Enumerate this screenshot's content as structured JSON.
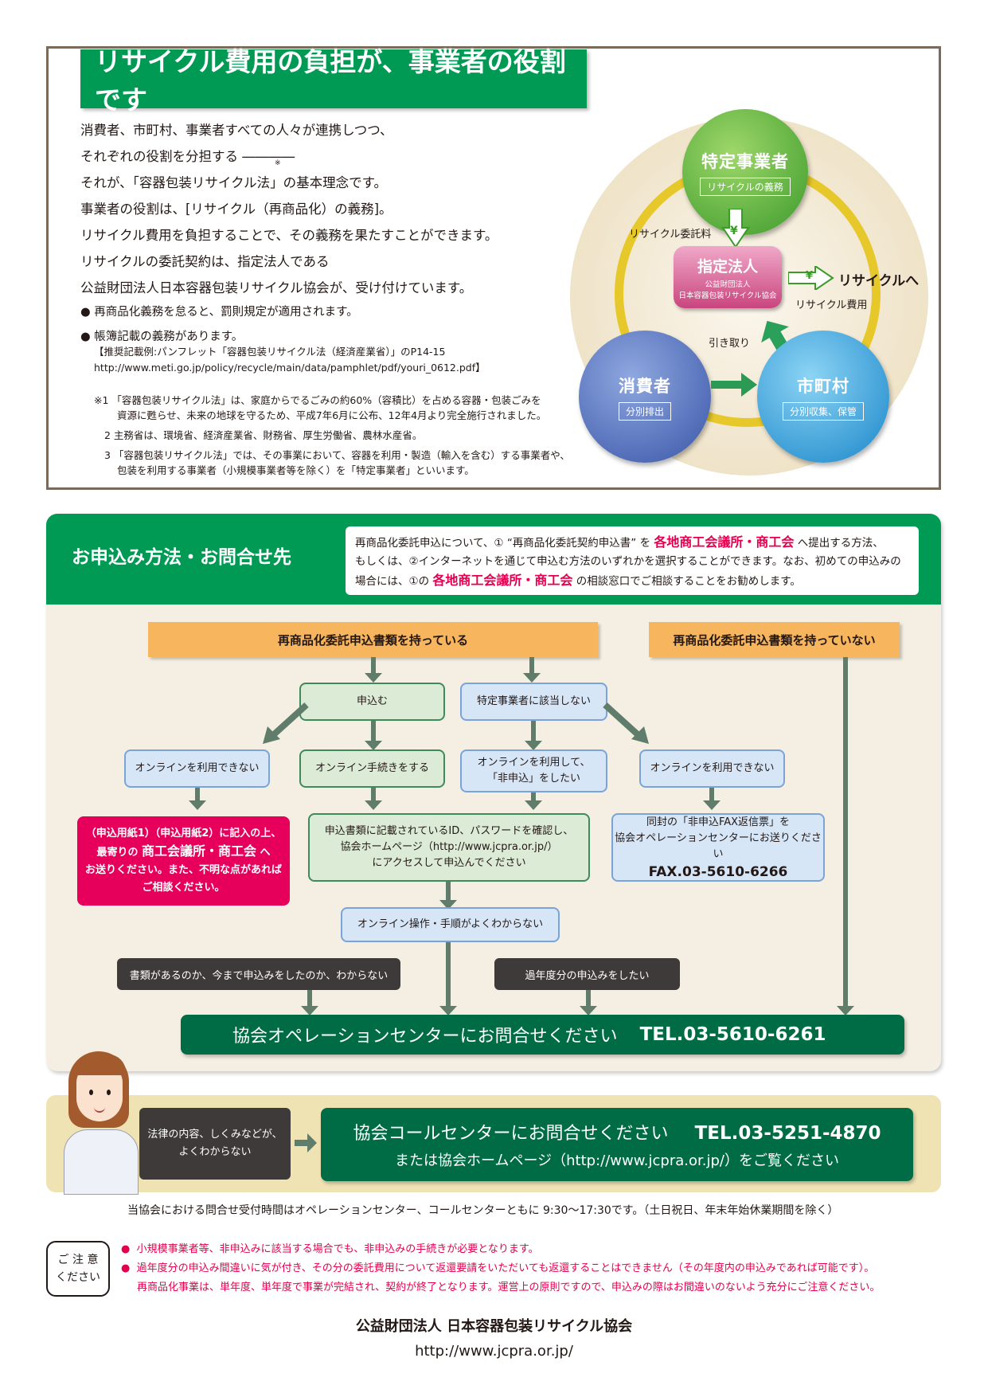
{
  "top": {
    "banner_title": "リサイクル費用の負担が、事業者の役割です",
    "intro_lines": [
      "消費者、市町村、事業者すべての人々が連携しつつ、",
      "それぞれの役割を分担する ――――",
      "それが、「容器包装リサイクル法」の基本理念です。",
      "事業者の役割は、[リサイクル（再商品化）の義務]。",
      "リサイクル費用を負担することで、その義務を果たすことができます。",
      "リサイクルの委託契約は、指定法人である",
      "公益財団法人日本容器包装リサイクル協会が、受け付けています。"
    ],
    "note_mark": "※",
    "bullet1": "● 再商品化義務を怠ると、罰則規定が適用されます。",
    "bullet2": "● 帳簿記載の義務があります。",
    "bullet2_sub1": "【推奨記載例:パンフレット「容器包装リサイクル法（経済産業省）」のP14-15",
    "bullet2_sub2": "http://www.meti.go.jp/policy/recycle/main/data/pamphlet/pdf/youri_0612.pdf】",
    "notes": [
      "※1 「容器包装リサイクル法」は、家庭からでるごみの約60%（容積比）を占める容器・包装ごみを",
      "資源に甦らせ、未来の地球を守るため、平成7年6月に公布、12年4月より完全施行されました。",
      "2 主務省は、環境省、経済産業省、財務省、厚生労働省、農林水産省。",
      "3 「容器包装リサイクル法」では、その事業において、容器を利用・製造（輸入を含む）する事業者や、",
      "包装を利用する事業者（小規模事業者等を除く）を「特定事業者」といいます。"
    ]
  },
  "diagram": {
    "tokutei_title": "特定事業者",
    "tokutei_tag": "リサイクルの義務",
    "fee_label": "リサイクル委託料",
    "shitei_title": "指定法人",
    "shitei_sub1": "公益財団法人",
    "shitei_sub2": "日本容器包装リサイクル協会",
    "to_recycle": "リサイクルへ",
    "recycle_cost": "リサイクル費用",
    "hikitori": "引き取り",
    "shohisha_title": "消費者",
    "shohisha_tag": "分別排出",
    "shichoson_title": "市町村",
    "shichoson_tag": "分別収集、保管",
    "yen": "¥"
  },
  "apply": {
    "title": "お申込み方法・お問合せ先",
    "note_a": "再商品化委託申込について、① “再商品化委託契約申込書” を",
    "note_red1": "各地商工会議所・商工会",
    "note_b": "へ提出する方法、",
    "note_line2": "もしくは、②インターネットを通じて申込む方法のいずれかを選択することができます。なお、初めての申込みの",
    "note_c": "場合には、①の",
    "note_red2": "各地商工会議所・商工会",
    "note_d": "の相談窓口でご相談することをお勧めします。",
    "have_docs": "再商品化委託申込書類を持っている",
    "no_docs": "再商品化委託申込書類を持っていない",
    "apply": "申込む",
    "not_applicable": "特定事業者に該当しない",
    "online_no1": "オンラインを利用できない",
    "online_do": "オンライン手続きをする",
    "online_non1": "オンラインを利用して、",
    "online_non2": "「非申込」をしたい",
    "online_no2": "オンラインを利用できない",
    "pink1": "（申込用紙1）（申込用紙2）に記入の上、",
    "pink2a": "最寄りの ",
    "pink2b": "商工会議所・商工会",
    "pink2c": " へ",
    "pink3": "お送りください。また、不明な点があれば",
    "pink4": "ご相談ください。",
    "idpw1": "申込書類に記載されているID、パスワードを確認し、",
    "idpw2": "協会ホームページ（http://www.jcpra.or.jp/）",
    "idpw3": "にアクセスして申込んでください",
    "fax1": "同封の「非申込FAX返信票」を",
    "fax2": "協会オペレーションセンターにお送りください",
    "fax3": "FAX.03-5610-6266",
    "unclear": "オンライン操作・手順がよくわからない",
    "dont_know": "書類があるのか、今まで申込みをしたのか、わからない",
    "past_year": "過年度分の申込みをしたい",
    "op_text": "協会オペレーションセンターにお問合せください",
    "op_tel": "TEL.03-5610-6261"
  },
  "call": {
    "law1": "法律の内容、しくみなどが、",
    "law2": "よくわからない",
    "line1": "協会コールセンターにお問合せください",
    "tel": "TEL.03-5251-4870",
    "line2": "または協会ホームページ（http://www.jcpra.or.jp/）をご覧ください"
  },
  "hours": "当協会における問合せ受付時間はオペレーションセンター、コールセンターともに 9:30～17:30です。（土日祝日、年末年始休業期間を除く）",
  "caution": {
    "badge1": "ご 注 意",
    "badge2": "ください",
    "item1": "小規模事業者等、非申込みに該当する場合でも、非申込みの手続きが必要となります。",
    "item2": "過年度分の申込み間違いに気が付き、その分の委託費用について返還要請をいただいても返還することはできません（その年度内の申込みであれば可能です）。",
    "item2b": "再商品化事業は、単年度、単年度で事業が完結され、契約が終了となります。運営上の原則ですので、申込みの際はお間違いのないよう充分にご注意ください。"
  },
  "footer": {
    "org": "公益財団法人 日本容器包装リサイクル協会",
    "url": "http://www.jcpra.or.jp/"
  }
}
